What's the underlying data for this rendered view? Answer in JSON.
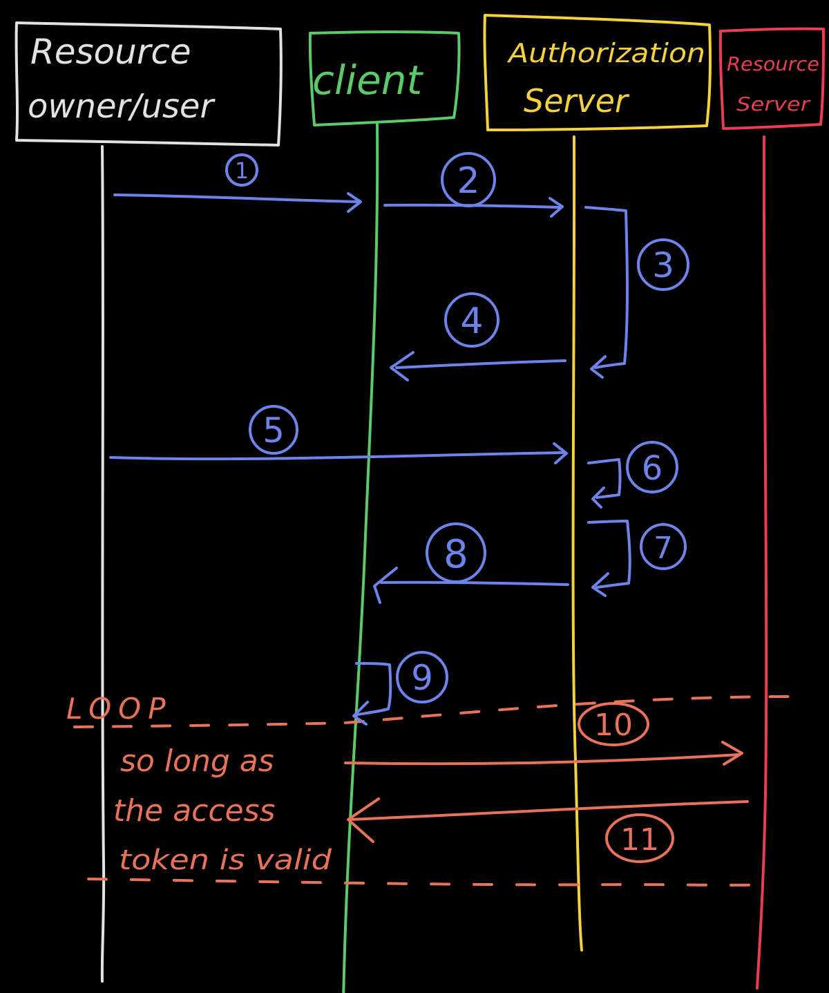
{
  "colors": {
    "background": "#000000",
    "resource_owner": "#e2e2e2",
    "client": "#5cc96b",
    "authorization_server": "#f3d23b",
    "resource_server": "#e83e55",
    "flow_arrow": "#6f84ea",
    "loop": "#e8735a"
  },
  "participants": [
    {
      "id": "owner",
      "lines": [
        "Resource",
        "owner/user"
      ],
      "color": "#e2e2e2",
      "icon": "box"
    },
    {
      "id": "client",
      "lines": [
        "client"
      ],
      "color": "#5cc96b",
      "icon": "box"
    },
    {
      "id": "authz",
      "lines": [
        "Authorization",
        "Server"
      ],
      "color": "#f3d23b",
      "icon": "box"
    },
    {
      "id": "resource",
      "lines": [
        "Resource",
        "Server"
      ],
      "color": "#e83e55",
      "icon": "box"
    }
  ],
  "steps": [
    {
      "number": "1",
      "from": "owner",
      "to": "client",
      "kind": "message",
      "color": "#6f84ea"
    },
    {
      "number": "2",
      "from": "client",
      "to": "authz",
      "kind": "message",
      "color": "#6f84ea"
    },
    {
      "number": "3",
      "from": "authz",
      "to": "authz",
      "kind": "self",
      "color": "#6f84ea"
    },
    {
      "number": "4",
      "from": "authz",
      "to": "client",
      "kind": "message",
      "color": "#6f84ea"
    },
    {
      "number": "5",
      "from": "owner",
      "to": "authz",
      "kind": "message",
      "color": "#6f84ea"
    },
    {
      "number": "6",
      "from": "authz",
      "to": "authz",
      "kind": "self",
      "color": "#6f84ea"
    },
    {
      "number": "7",
      "from": "authz",
      "to": "authz",
      "kind": "self",
      "color": "#6f84ea"
    },
    {
      "number": "8",
      "from": "authz",
      "to": "client",
      "kind": "message",
      "color": "#6f84ea"
    },
    {
      "number": "9",
      "from": "client",
      "to": "client",
      "kind": "self",
      "color": "#6f84ea"
    },
    {
      "number": "10",
      "from": "client",
      "to": "resource",
      "kind": "message",
      "color": "#e8735a"
    },
    {
      "number": "11",
      "from": "resource",
      "to": "client",
      "kind": "message",
      "color": "#e8735a"
    }
  ],
  "loop": {
    "label": "LOOP",
    "condition_lines": [
      "so long as",
      "the access",
      "token is valid"
    ],
    "color": "#e8735a"
  }
}
